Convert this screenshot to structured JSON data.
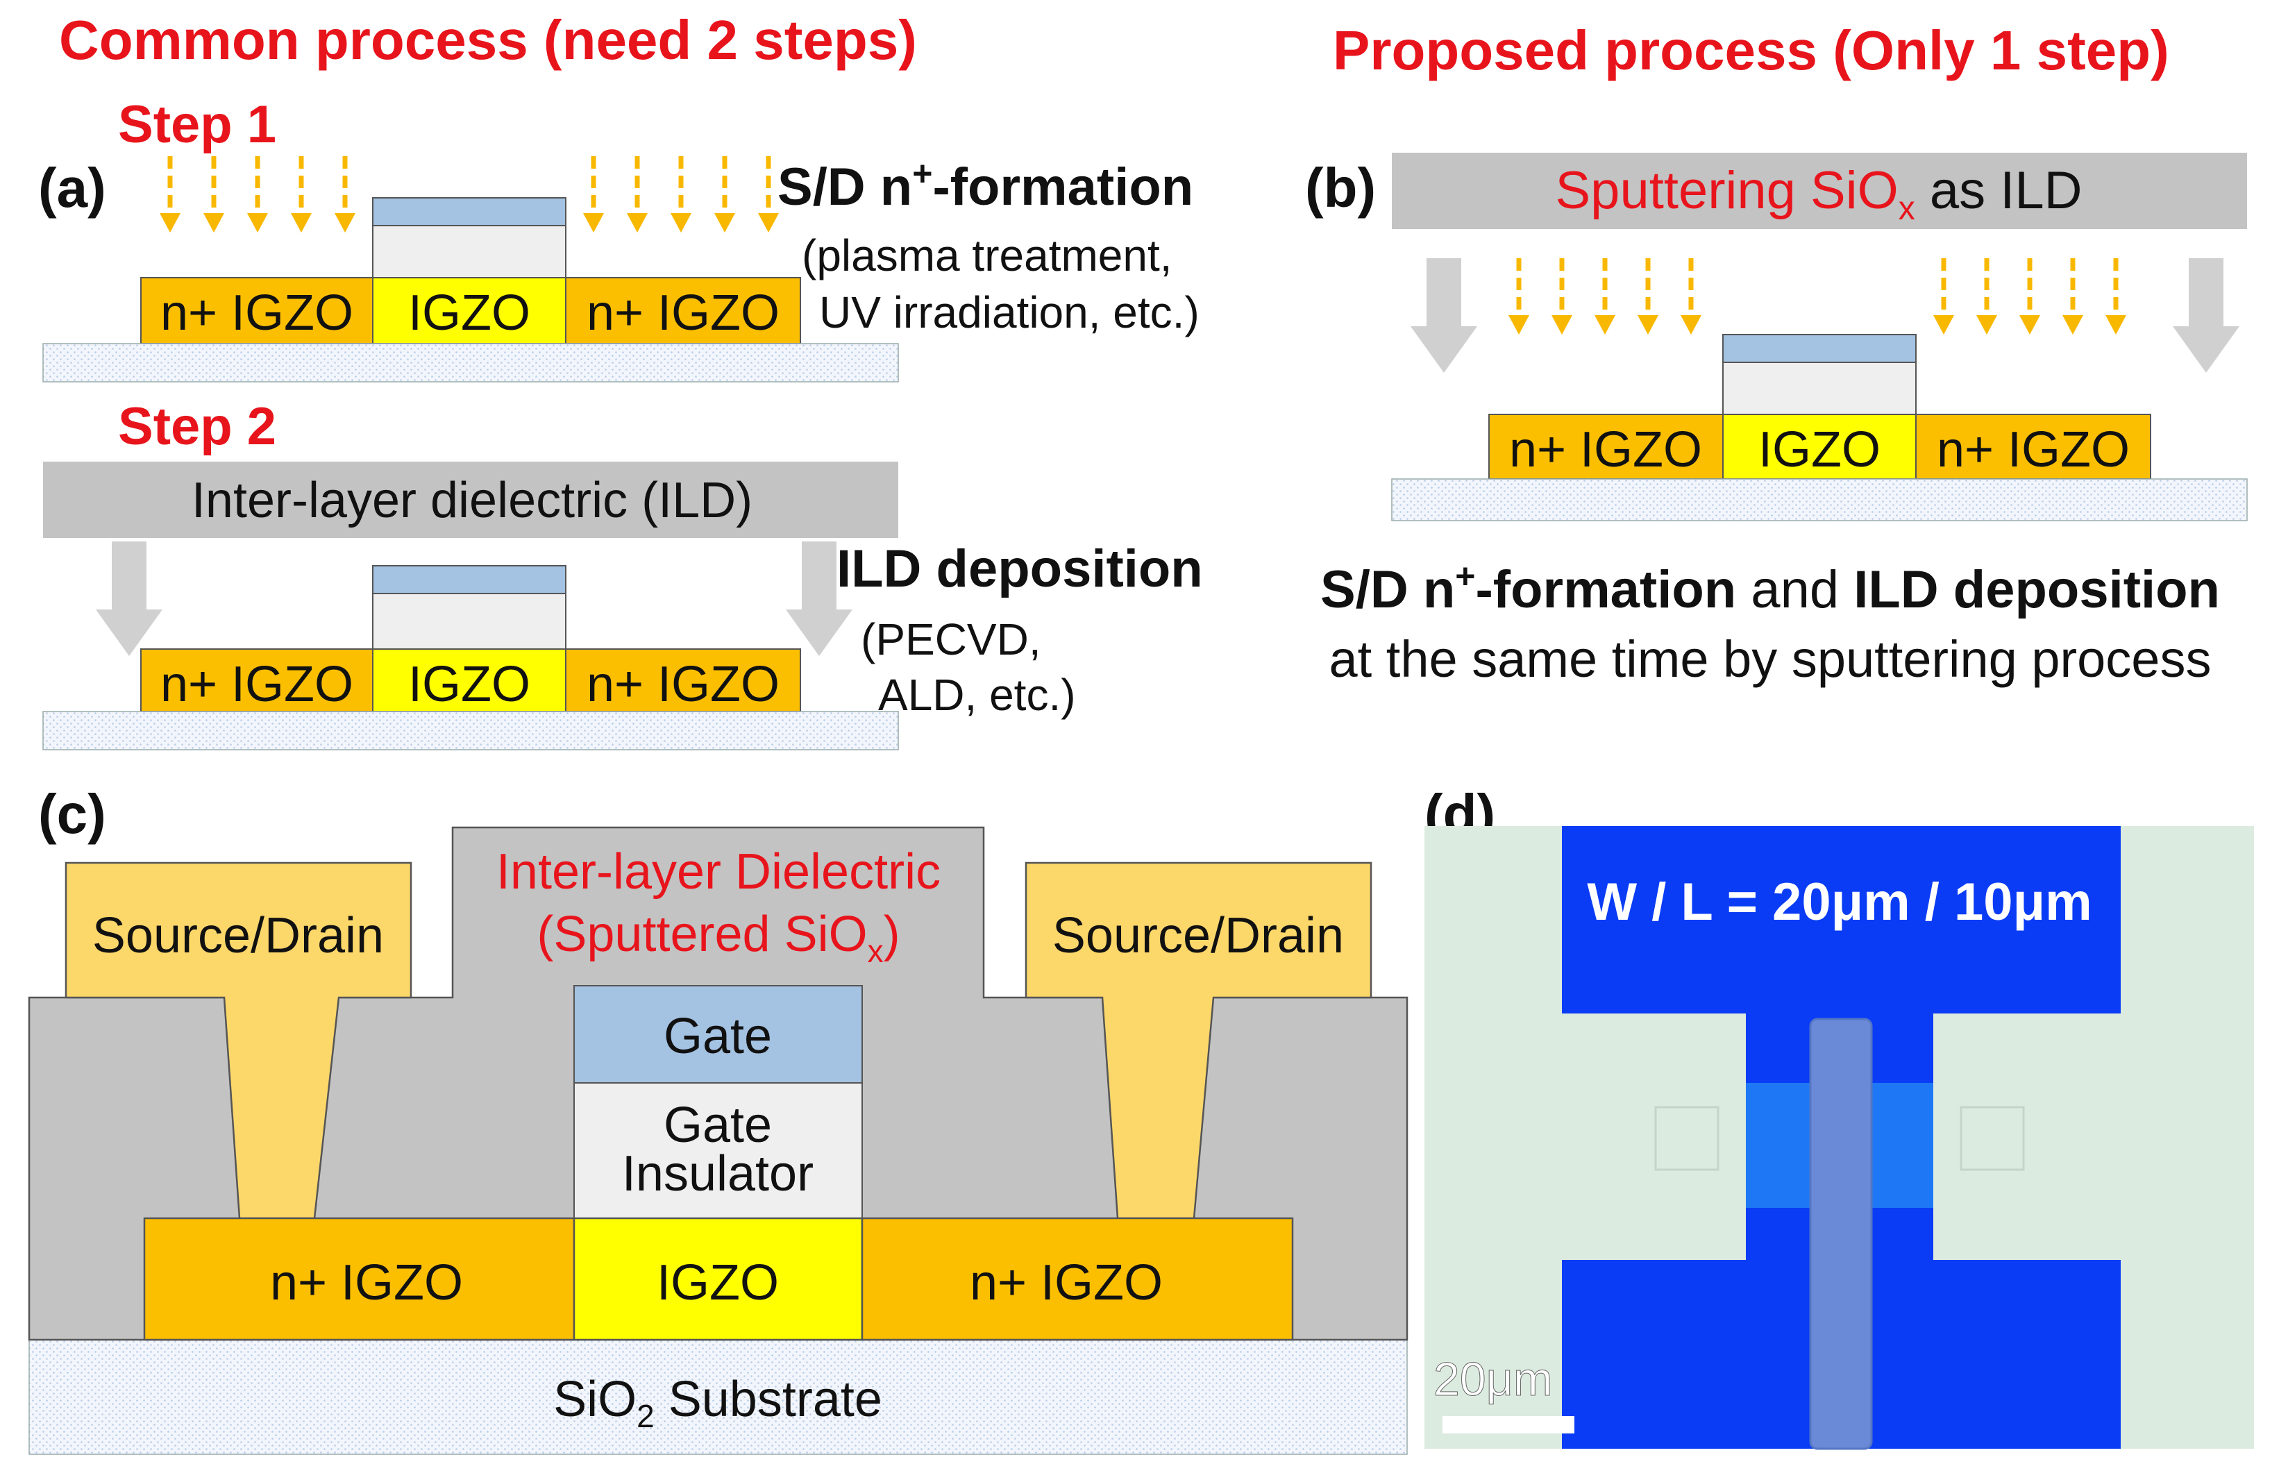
{
  "titles": {
    "common": "Common process (need 2 steps)",
    "proposed": "Proposed process (Only 1 step)",
    "step1": "Step 1",
    "step2": "Step 2"
  },
  "panel_labels": {
    "a": "(a)",
    "b": "(b)",
    "c": "(c)",
    "d": "(d)"
  },
  "panel_a": {
    "sd_title_pre": "S/D n",
    "sd_title_sup": "+",
    "sd_title_post": "-formation",
    "sd_note_1": "(plasma  treatment,",
    "sd_note_2": "UV irradiation, etc.)",
    "ild_bar": "Inter-layer dielectric (ILD)",
    "ild_title": "ILD deposition",
    "ild_note_1": "(PECVD,",
    "ild_note_2": "ALD, etc.)",
    "n_plus_igzo": "n+ IGZO",
    "igzo": "IGZO"
  },
  "panel_b": {
    "bar_pre": "Sputtering SiO",
    "bar_sub": "x",
    "bar_post": " as ILD",
    "caption_1_bold_a": "S/D n",
    "caption_1_sup": "+",
    "caption_1_bold_b": "-formation",
    "caption_1_mid": " and ",
    "caption_1_bold_c": "ILD deposition",
    "caption_2": "at the same time by sputtering process",
    "n_plus_igzo": "n+ IGZO",
    "igzo": "IGZO"
  },
  "panel_c": {
    "source_drain": "Source/Drain",
    "ild_1": "Inter-layer Dielectric",
    "ild_2_pre": "(Sputtered SiO",
    "ild_2_sub": "x",
    "ild_2_post": ")",
    "gate": "Gate",
    "gate_ins_1": "Gate",
    "gate_ins_2": "Insulator",
    "n_plus_igzo": "n+ IGZO",
    "igzo": "IGZO",
    "substrate_pre": "SiO",
    "substrate_sub": "2",
    "substrate_post": " Substrate"
  },
  "panel_d": {
    "wl": "W / L = 20μm / 10μm",
    "scale": "20μm"
  },
  "colors": {
    "red_title": "#e8141c",
    "n_plus": "#fbbf00",
    "igzo": "#ffff00",
    "gate": "#a4c2e2",
    "gate_ins": "#efefef",
    "ild_gray": "#c3c3c3",
    "sd_metal": "#fcd76a",
    "arrow": "#f9b800",
    "micro_bg": "#dcebdf",
    "micro_blue": "#0a3cf5"
  }
}
